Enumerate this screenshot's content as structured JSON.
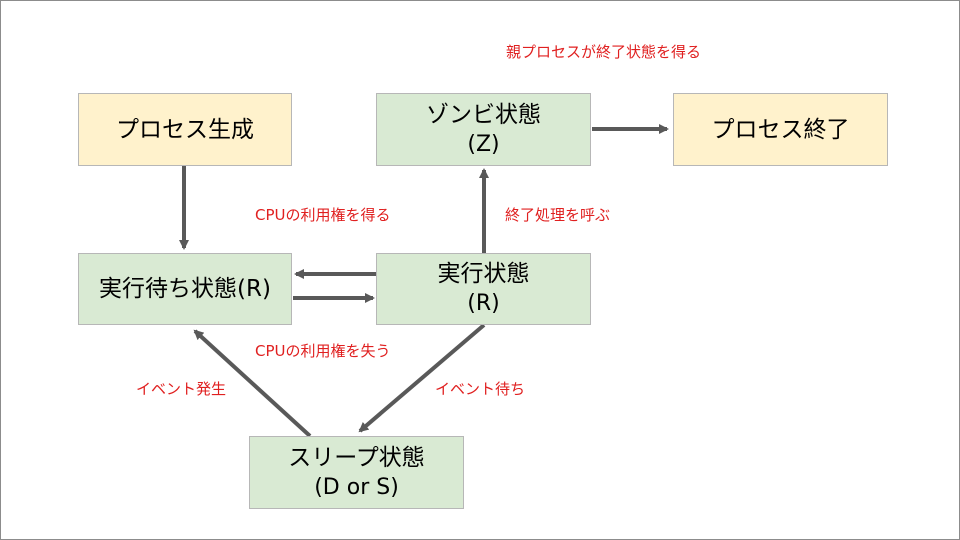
{
  "nodes": {
    "process_create": {
      "title": "プロセス生成"
    },
    "zombie": {
      "title": "ゾンビ状態",
      "sub": "(Z)"
    },
    "process_end": {
      "title": "プロセス終了"
    },
    "ready": {
      "title": "実行待ち状態(R)"
    },
    "running": {
      "title": "実行状態",
      "sub": "(R)"
    },
    "sleep": {
      "title": "スリープ状態",
      "sub": "(D or S)"
    }
  },
  "edge_labels": {
    "parent_gets_end": "親プロセスが終了状態を得る",
    "get_cpu": "CPUの利用権を得る",
    "call_exit": "終了処理を呼ぶ",
    "lose_cpu": "CPUの利用権を失う",
    "event_occur": "イベント発生",
    "event_wait": "イベント待ち"
  },
  "colors": {
    "start_end_fill": "#fff2cc",
    "state_fill": "#d9ead3",
    "arrow": "#595959",
    "label_text": "#e02020"
  }
}
